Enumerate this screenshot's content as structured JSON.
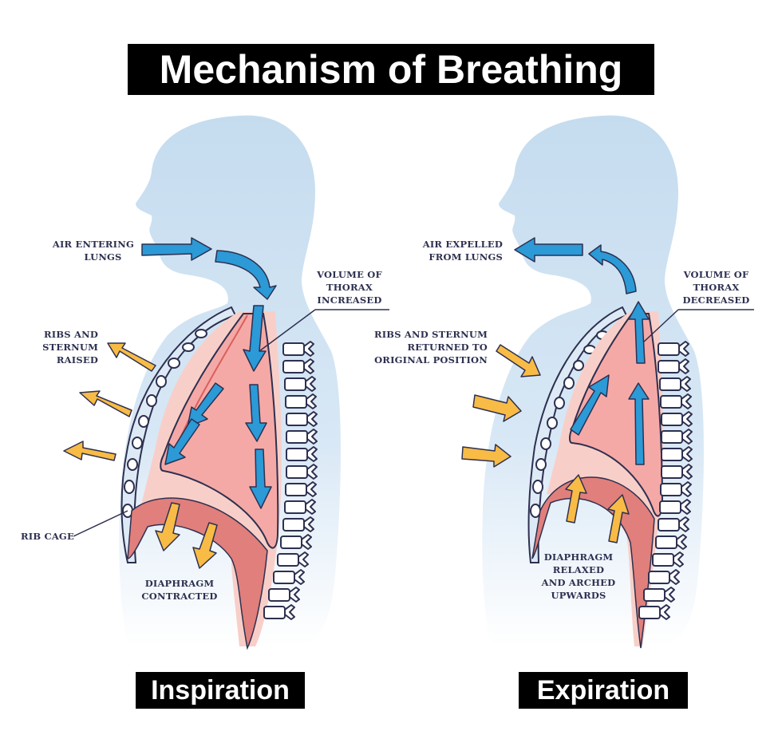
{
  "title": "Mechanism of Breathing",
  "panels": [
    {
      "name": "Inspiration",
      "labels": {
        "air": [
          "AIR ENTERING",
          "LUNGS"
        ],
        "volume": [
          "VOLUME OF",
          "THORAX",
          "INCREASED"
        ],
        "ribs": [
          "RIBS AND",
          "STERNUM",
          "RAISED"
        ],
        "rib_cage": "RIB CAGE",
        "diaphragm": [
          "DIAPHRAGM",
          "CONTRACTED"
        ]
      }
    },
    {
      "name": "Expiration",
      "labels": {
        "air": [
          "AIR EXPELLED",
          "FROM LUNGS"
        ],
        "volume": [
          "VOLUME OF",
          "THORAX",
          "DECREASED"
        ],
        "ribs": [
          "RIBS AND STERNUM",
          "RETURNED TO",
          "ORIGINAL POSITION"
        ],
        "diaphragm": [
          "DIAPHRAGM",
          "RELAXED",
          "AND ARCHED",
          "UPWARDS"
        ]
      }
    }
  ],
  "colors": {
    "body": "#c5dcef",
    "lung": "#f5a9a6",
    "tissue": "#f8cfc8",
    "muscle": "#e07f7b",
    "air_arrow": "#2b9ad6",
    "force_arrow": "#f8bb45",
    "outline": "#2d3050"
  }
}
